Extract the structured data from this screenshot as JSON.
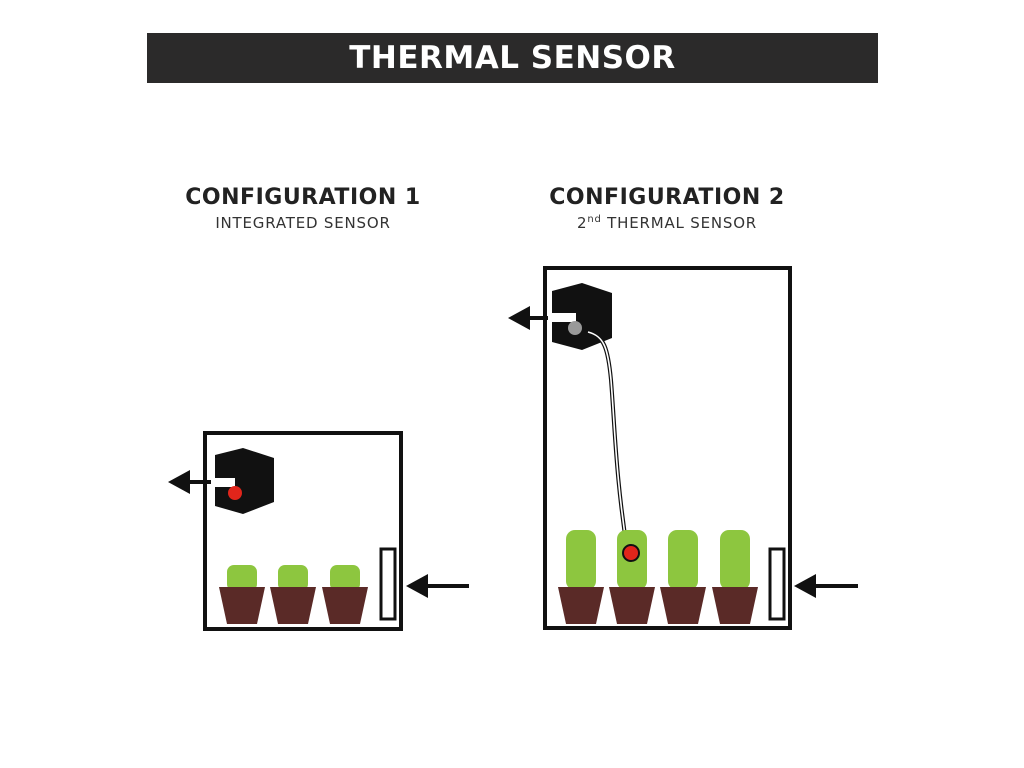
{
  "header": {
    "title": "THERMAL SENSOR"
  },
  "configurations": [
    {
      "title": "CONFIGURATION 1",
      "subtitle": "INTEGRATED SENSOR"
    },
    {
      "title": "CONFIGURATION 2",
      "subtitle_prefix": "2",
      "subtitle_superscript": "nd",
      "subtitle_rest": " THERMAL SENSOR"
    }
  ],
  "colors": {
    "banner": "#2b2a2a",
    "frame": "#111111",
    "plant": "#8dc63f",
    "pot": "#5a2a27",
    "sensor_integrated": "#e1251b",
    "sensor_fan_port": "#999999"
  }
}
